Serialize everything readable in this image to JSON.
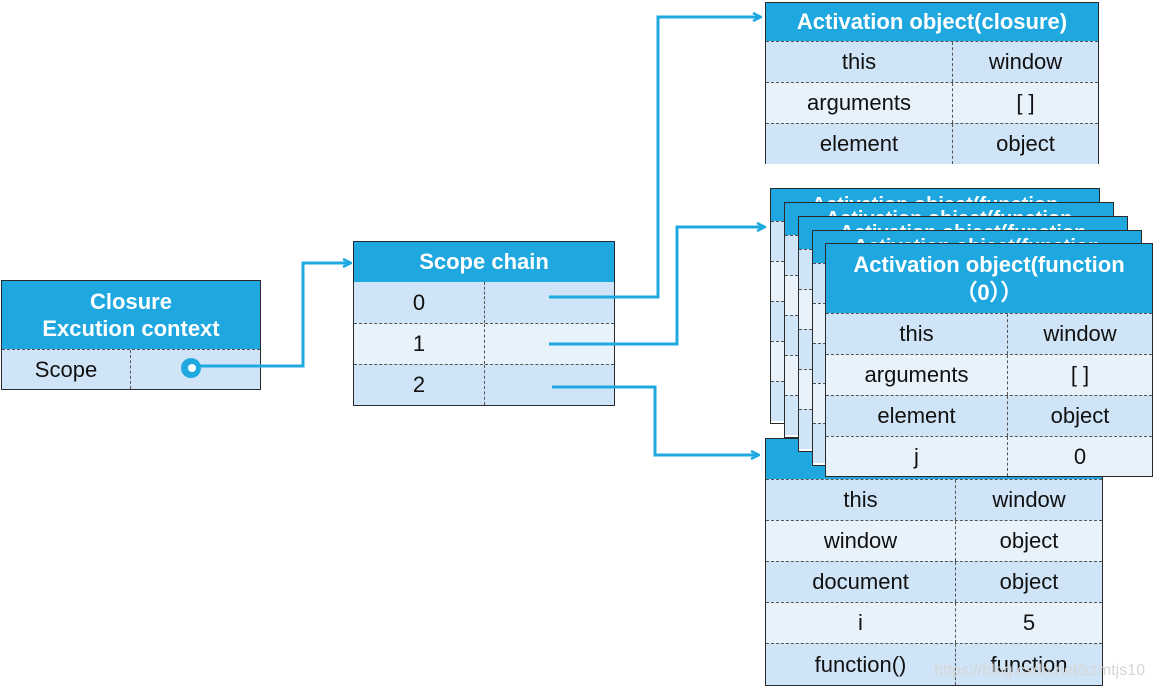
{
  "closure_ctx": {
    "title_line1": "Closure",
    "title_line2": "Excution context",
    "scope_label": "Scope"
  },
  "scope_chain": {
    "title": "Scope chain",
    "rows": [
      "0",
      "1",
      "2"
    ]
  },
  "ao_closure": {
    "title": "Activation object(closure)",
    "rows": [
      {
        "name": "this",
        "value": "window"
      },
      {
        "name": "arguments",
        "value": "[ ]"
      },
      {
        "name": "element",
        "value": "object"
      }
    ]
  },
  "ao_function": {
    "title_line1": "Activation object(function",
    "title_line2": "（0））",
    "stack_peek_title": "Activation object(function",
    "rows": [
      {
        "name": "this",
        "value": "window"
      },
      {
        "name": "arguments",
        "value": "[ ]"
      },
      {
        "name": "element",
        "value": "object"
      },
      {
        "name": "j",
        "value": "0"
      }
    ]
  },
  "global": {
    "rows": [
      {
        "name": "this",
        "value": "window"
      },
      {
        "name": "window",
        "value": "object"
      },
      {
        "name": "document",
        "value": "object"
      },
      {
        "name": "i",
        "value": "5"
      },
      {
        "name": "function()",
        "value": "function"
      }
    ]
  },
  "watermark": "https://blog.csdn.net/szmtjs10",
  "colors": {
    "header": "#1fa8e0",
    "row_dark": "#cfe4f6",
    "row_light": "#e8f2fb",
    "arrow": "#1fa8e0"
  }
}
